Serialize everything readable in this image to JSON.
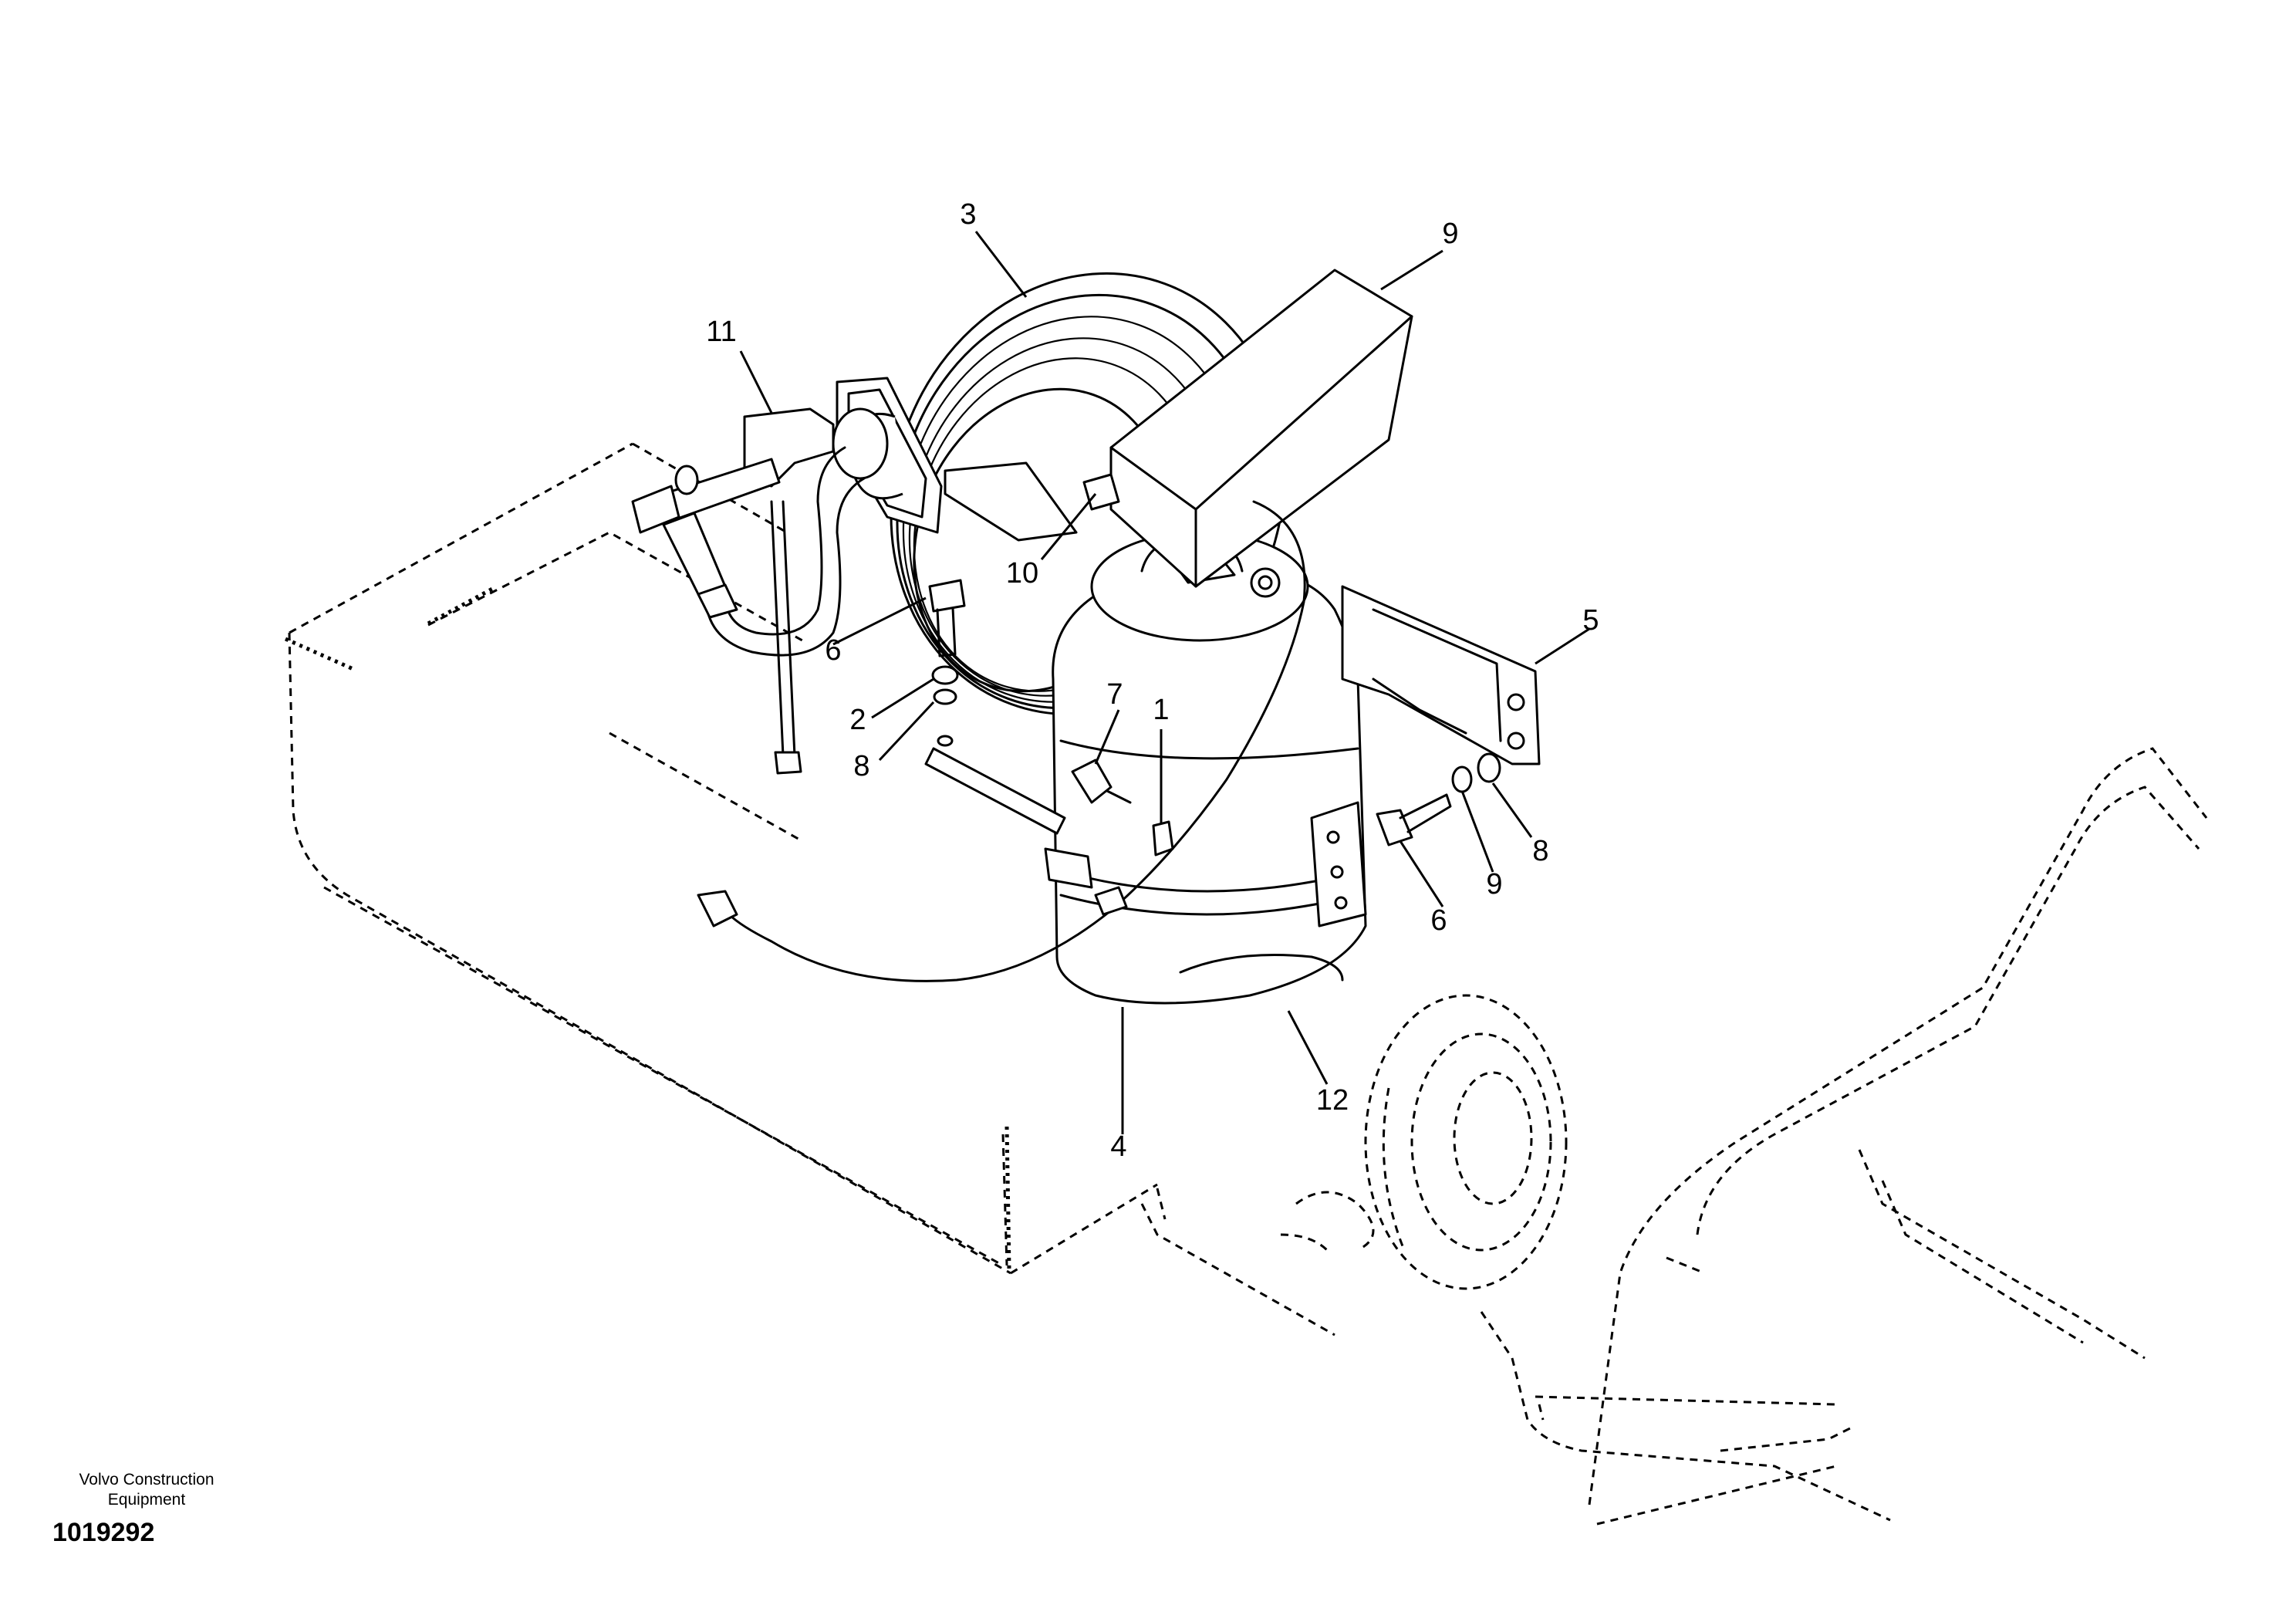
{
  "callouts": [
    {
      "id": "c1",
      "text": "1"
    },
    {
      "id": "c2",
      "text": "2"
    },
    {
      "id": "c3",
      "text": "3"
    },
    {
      "id": "c4",
      "text": "4"
    },
    {
      "id": "c5",
      "text": "5"
    },
    {
      "id": "c6a",
      "text": "6"
    },
    {
      "id": "c6b",
      "text": "6"
    },
    {
      "id": "c7",
      "text": "7"
    },
    {
      "id": "c8a",
      "text": "8"
    },
    {
      "id": "c8b",
      "text": "8"
    },
    {
      "id": "c9a",
      "text": "9"
    },
    {
      "id": "c9b",
      "text": "9"
    },
    {
      "id": "c10",
      "text": "10"
    },
    {
      "id": "c11",
      "text": "11"
    },
    {
      "id": "c12",
      "text": "12"
    }
  ],
  "footer": {
    "company_line1": "Volvo Construction",
    "company_line2": "Equipment",
    "document_number": "1019292"
  }
}
